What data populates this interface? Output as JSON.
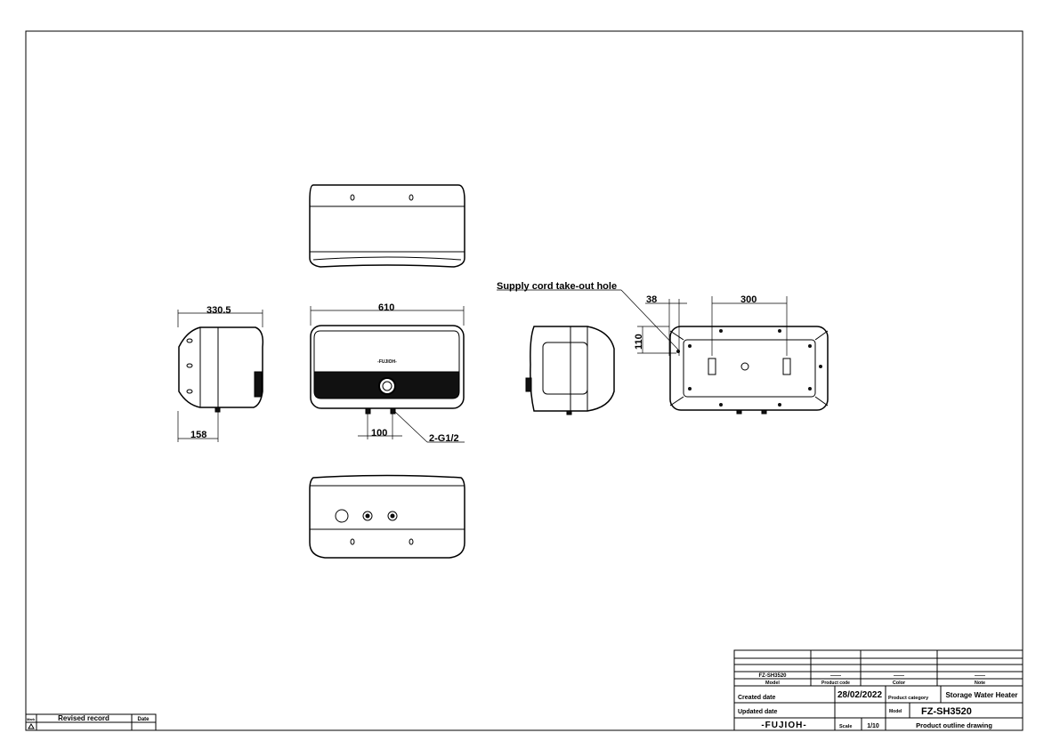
{
  "dimensions": {
    "depth": "330.5",
    "width": "610",
    "side_offset": "158",
    "pipe_spacing": "100",
    "pipe_spec": "2-G1/2",
    "cord_hole_label": "Supply cord take-out hole",
    "cord_offset_x": "38",
    "bracket_spacing": "300",
    "cord_offset_y": "110"
  },
  "title_block": {
    "model_value": "FZ-SH3520",
    "product_code_value": "——",
    "color_value": "——",
    "note_value": "——",
    "model_header": "Model",
    "product_code_header": "Product code",
    "color_header": "Color",
    "note_header": "Note",
    "created_date_label": "Created date",
    "created_date_value": "28/02/2022",
    "product_category_label": "Product category",
    "product_category_value": "Storage Water Heater",
    "updated_date_label": "Updated date",
    "model_label": "Model",
    "model_name": "FZ-SH3520",
    "brand": "-FUJIOH-",
    "scale_label": "Scale",
    "scale_value": "1/10",
    "drawing_title": "Product outline drawing"
  },
  "revision_block": {
    "mark_header": "Mark",
    "revised_record_header": "Revised record",
    "date_header": "Date"
  },
  "front_logo": "-FUJIOH-"
}
